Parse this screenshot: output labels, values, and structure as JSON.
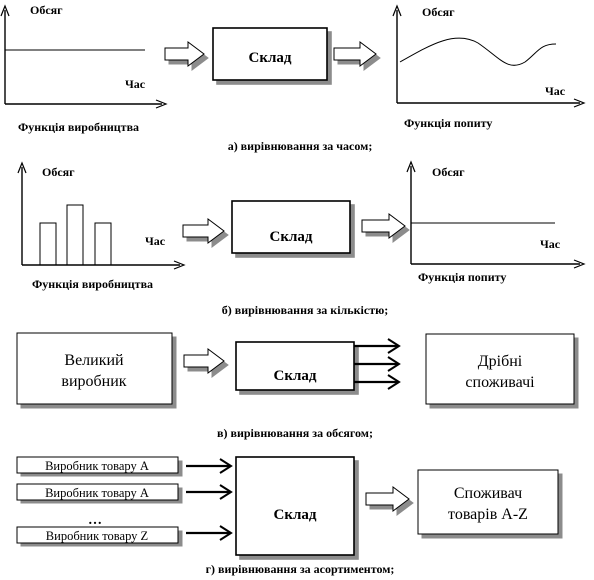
{
  "panel_a": {
    "left_y_label": "Обсяг",
    "left_x_label": "Час",
    "left_caption": "Функція виробництва",
    "warehouse": "Склад",
    "right_y_label": "Обсяг",
    "right_x_label": "Час",
    "right_caption": "Функція попиту",
    "title": "а) вирівнювання за часом;"
  },
  "panel_b": {
    "left_y_label": "Обсяг",
    "left_x_label": "Час",
    "left_caption": "Функція виробництва",
    "warehouse": "Склад",
    "right_y_label": "Обсяг",
    "right_x_label": "Час",
    "right_caption": "Функція попиту",
    "title": "б) вирівнювання за кількістю;"
  },
  "panel_c": {
    "producer_line1": "Великий",
    "producer_line2": "виробник",
    "warehouse": "Склад",
    "consumers_line1": "Дрібні",
    "consumers_line2": "споживачі",
    "title": "в) вирівнювання за обсягом;"
  },
  "panel_d": {
    "producers": [
      "Виробник товару А",
      "Виробник товару А",
      "Виробник товару Z"
    ],
    "ellipsis": "…",
    "warehouse": "Склад",
    "consumer_line1": "Споживач",
    "consumer_line2": "товарів А-Z",
    "title": "г) вирівнювання за асортиментом;"
  }
}
